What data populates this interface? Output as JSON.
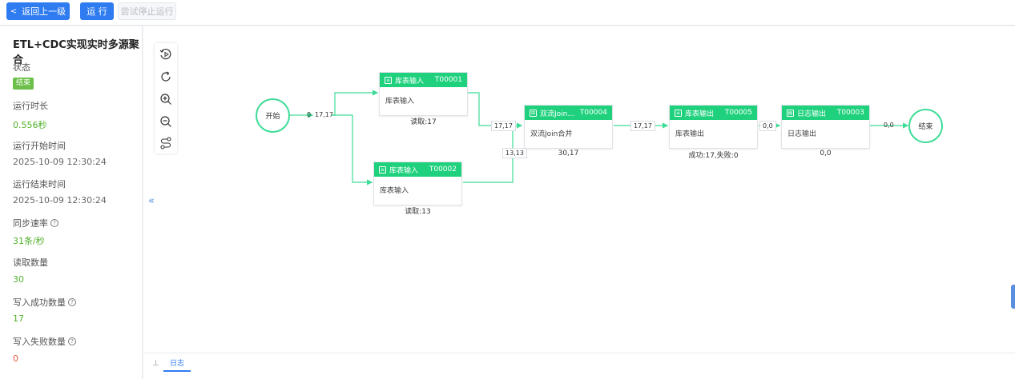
{
  "toolbar": {
    "back_label": "返回上一级",
    "run_label": "运 行",
    "stop_label": "尝试停止运行"
  },
  "sidebar": {
    "title": "ETL+CDC实现实时多源聚合",
    "status_label": "状态",
    "status_value": "结束",
    "duration_label": "运行时长",
    "duration_value": "0.556秒",
    "start_label": "运行开始时间",
    "start_value": "2025-10-09 12:30:24",
    "end_label": "运行结束时间",
    "end_value": "2025-10-09 12:30:24",
    "rate_label": "同步速率",
    "rate_value": "31条/秒",
    "read_label": "读取数量",
    "read_value": "30",
    "write_ok_label": "写入成功数量",
    "write_ok_value": "17",
    "write_fail_label": "写入失败数量",
    "write_fail_value": "0",
    "collapse_glyph": "«"
  },
  "flow": {
    "start_label": "开始",
    "end_label": "结束",
    "nodes": {
      "t1": {
        "title": "库表输入",
        "code": "T00001",
        "body": "库表输入",
        "stat": "读取:17"
      },
      "t2": {
        "title": "库表输入",
        "code": "T00002",
        "body": "库表输入",
        "stat": "读取:13"
      },
      "t4": {
        "title": "双流Join…",
        "code": "T00004",
        "body": "双流Join合并",
        "stat": "30,17"
      },
      "t5": {
        "title": "库表输出",
        "code": "T00005",
        "body": "库表输出",
        "stat": "成功:17,失败:0"
      },
      "t3": {
        "title": "日志输出",
        "code": "T00003",
        "body": "日志输出",
        "stat": "0,0"
      }
    },
    "edges": {
      "start_out": "0",
      "start_split": "17,17",
      "t1_t4": "17,17",
      "t2_t4": "13,13",
      "t4_t5": "17,17",
      "t5_t3": "0,0",
      "t3_end": "0,0"
    },
    "accent_color": "#1fd17d"
  },
  "bottom": {
    "tab_log": "日志",
    "tab_icon": "⊥"
  }
}
